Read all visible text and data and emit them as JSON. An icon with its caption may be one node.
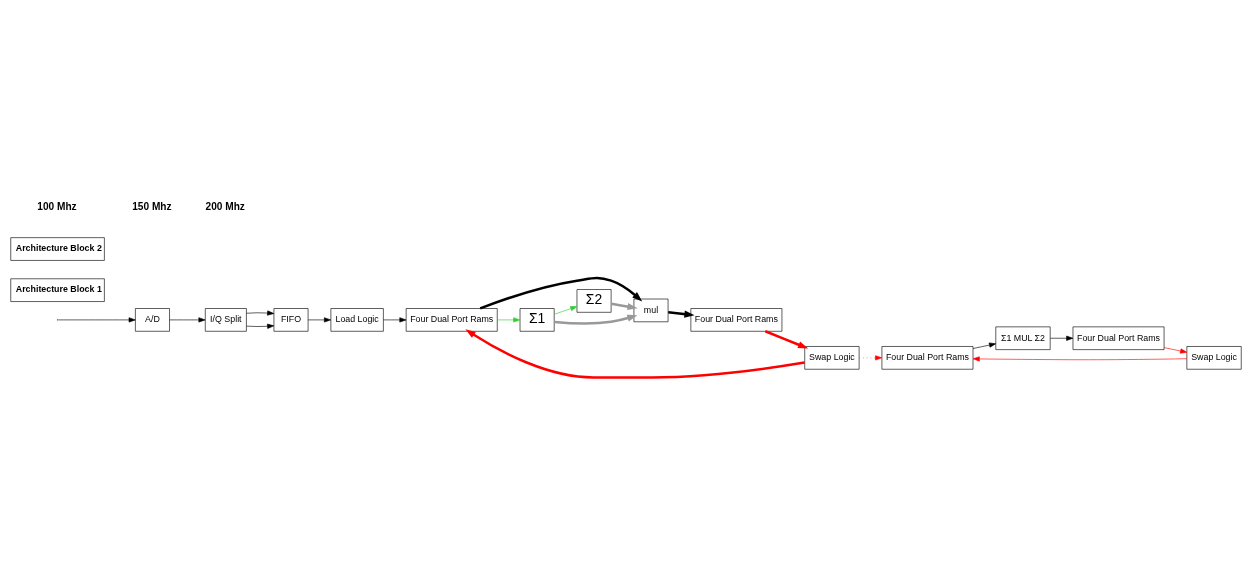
{
  "diagram": {
    "nodes": [
      {
        "text": [
          "A/D"
        ]
      },
      {
        "text": [
          "I/Q Split"
        ]
      },
      {
        "text": [
          "FIFO"
        ]
      },
      {
        "text": [
          "Load Logic"
        ]
      },
      {
        "text": [
          "Four Dual Port Rams"
        ]
      },
      {
        "text": [
          "Σ2"
        ]
      },
      {
        "text": [
          "mul"
        ]
      },
      {
        "text": [
          "Σ1"
        ]
      },
      {
        "text": [
          "Swap Logic"
        ]
      },
      {
        "text": [
          "Four Dual Port Rams"
        ]
      },
      {
        "text": [
          "Architecture Block 1"
        ]
      },
      {
        "text": [
          "Four Dual Port Rams"
        ]
      },
      {
        "text": [
          "Σ1 MUL Σ2"
        ]
      },
      {
        "text": [
          "Swap Logic"
        ]
      },
      {
        "text": [
          "Four Dual Port Rams"
        ]
      },
      {
        "text": [
          "Architecture Block 2"
        ]
      }
    ],
    "edges": [
      {
        "from": null,
        "to": 0,
        "arrow": "to"
      },
      {
        "from": 0,
        "to": 1,
        "arrow": "to"
      },
      {
        "from": 1,
        "to": 2,
        "arrow": "to"
      },
      {
        "from": 1,
        "to": 2,
        "arrow": "to"
      },
      {
        "from": 2,
        "to": 3,
        "arrow": "to"
      },
      {
        "from": 3,
        "to": 4,
        "arrow": "to"
      },
      {
        "from": 4,
        "to": 6,
        "arrow": "to",
        "style": "thick"
      },
      {
        "from": 4,
        "to": 7,
        "arrow": "to",
        "color": "#33cc33"
      },
      {
        "from": 7,
        "to": 6,
        "arrow": "to",
        "style": "thick",
        "color": "#999999"
      },
      {
        "from": 5,
        "to": 6,
        "arrow": "to",
        "style": "thick",
        "color": "#999999"
      },
      {
        "from": 7,
        "to": 5,
        "arrow": "to",
        "color": "#33cc33"
      },
      {
        "from": 6,
        "to": 9,
        "arrow": "to",
        "style": "thick"
      },
      {
        "from": 9,
        "to": 8,
        "arrow": "to",
        "style": "thick",
        "color": "#ff0000"
      },
      {
        "from": 8,
        "to": 4,
        "arrow": "to",
        "style": "thick",
        "color": "#ff0000"
      },
      {
        "from": 8,
        "to": 11,
        "arrow": "to",
        "style": "dashed",
        "color": "#ff0000"
      },
      {
        "from": 11,
        "to": 12,
        "arrow": "to"
      },
      {
        "from": 12,
        "to": 14,
        "arrow": "to"
      },
      {
        "from": 14,
        "to": 13,
        "arrow": "to",
        "color": "#ff0000"
      },
      {
        "from": 13,
        "to": 11,
        "arrow": "to",
        "color": "#ff0000"
      }
    ],
    "labels": [
      "100 Mhz",
      "150 Mhz",
      "200 Mhz"
    ]
  }
}
